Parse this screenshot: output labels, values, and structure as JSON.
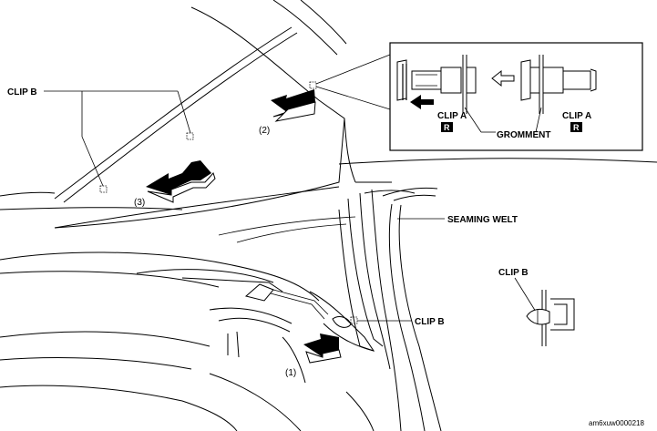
{
  "labels": {
    "clip_b_top": "CLIP B",
    "clip_a_left": "CLIP A",
    "clip_a_right": "CLIP A",
    "r_left": "R",
    "r_right": "R",
    "grommet": "GROMMENT",
    "seaming_welt": "SEAMING WELT",
    "clip_b_detail": "CLIP B",
    "clip_b_pillar": "CLIP B"
  },
  "steps": {
    "step1": "(1)",
    "step2": "(2)",
    "step3": "(3)"
  },
  "code": "am6xuw0000218"
}
